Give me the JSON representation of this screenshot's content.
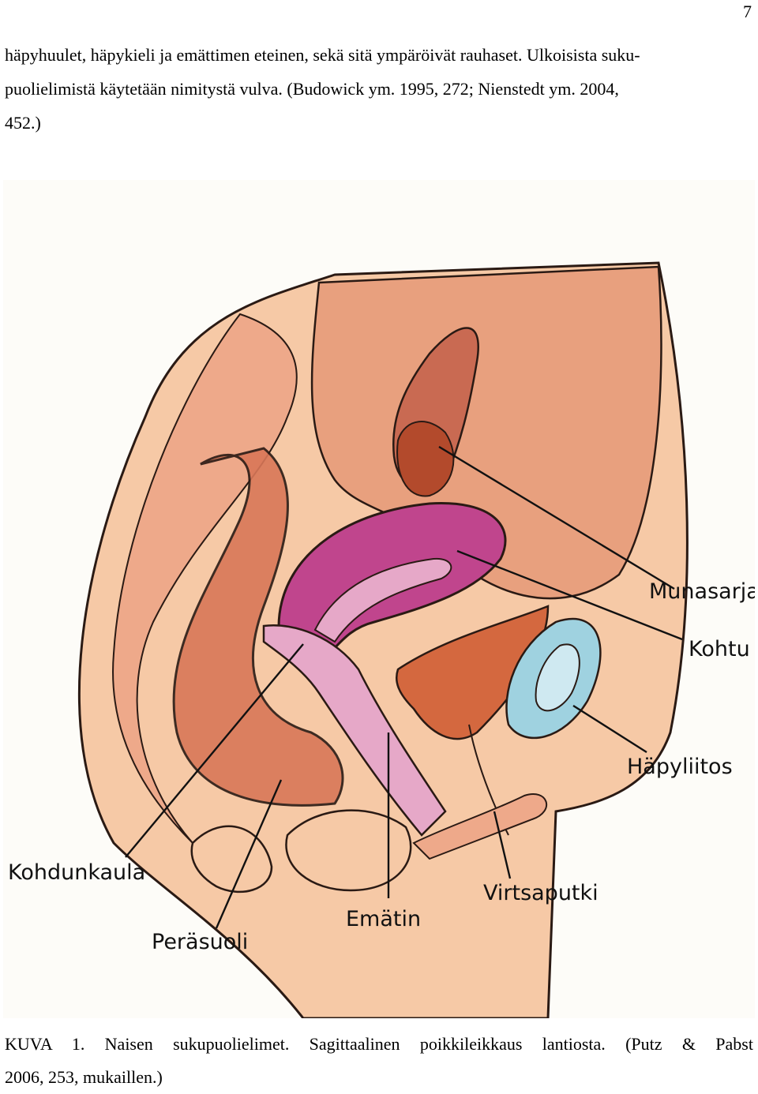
{
  "page": {
    "number": "7"
  },
  "body_text": {
    "lines": [
      "häpyhuulet, häpykieli ja emättimen eteinen, sekä sitä ympäröivät rauhaset. Ulkoisista suku-",
      "puolielimistä käytetään nimitystä vulva. (Budowick ym. 1995, 272; Nienstedt ym. 2004,",
      "452.)"
    ]
  },
  "figure": {
    "labels": {
      "munasarja": "Munasarja",
      "kohtu": "Kohtu",
      "hapyliitos": "Häpyliitos",
      "kohdunkaula": "Kohdunkaula",
      "virtsaputki": "Virtsaputki",
      "ematin": "Emätin",
      "perasuoli": "Peräsuoli"
    },
    "colors": {
      "skin": "#f6c9a6",
      "muscle": "#d97758",
      "uterus": "#c0458d",
      "uterus_light": "#e6a8c8",
      "ovary": "#b34a2c",
      "bladder": "#d4683f",
      "bone": "#9fd2e0",
      "outline": "#2a1a14"
    }
  },
  "caption": {
    "line1": "KUVA 1. Naisen sukupuolielimet. Sagittaalinen poikkileikkaus lantiosta. (Putz & Pabst",
    "line2": "2006, 253, mukaillen.)"
  }
}
